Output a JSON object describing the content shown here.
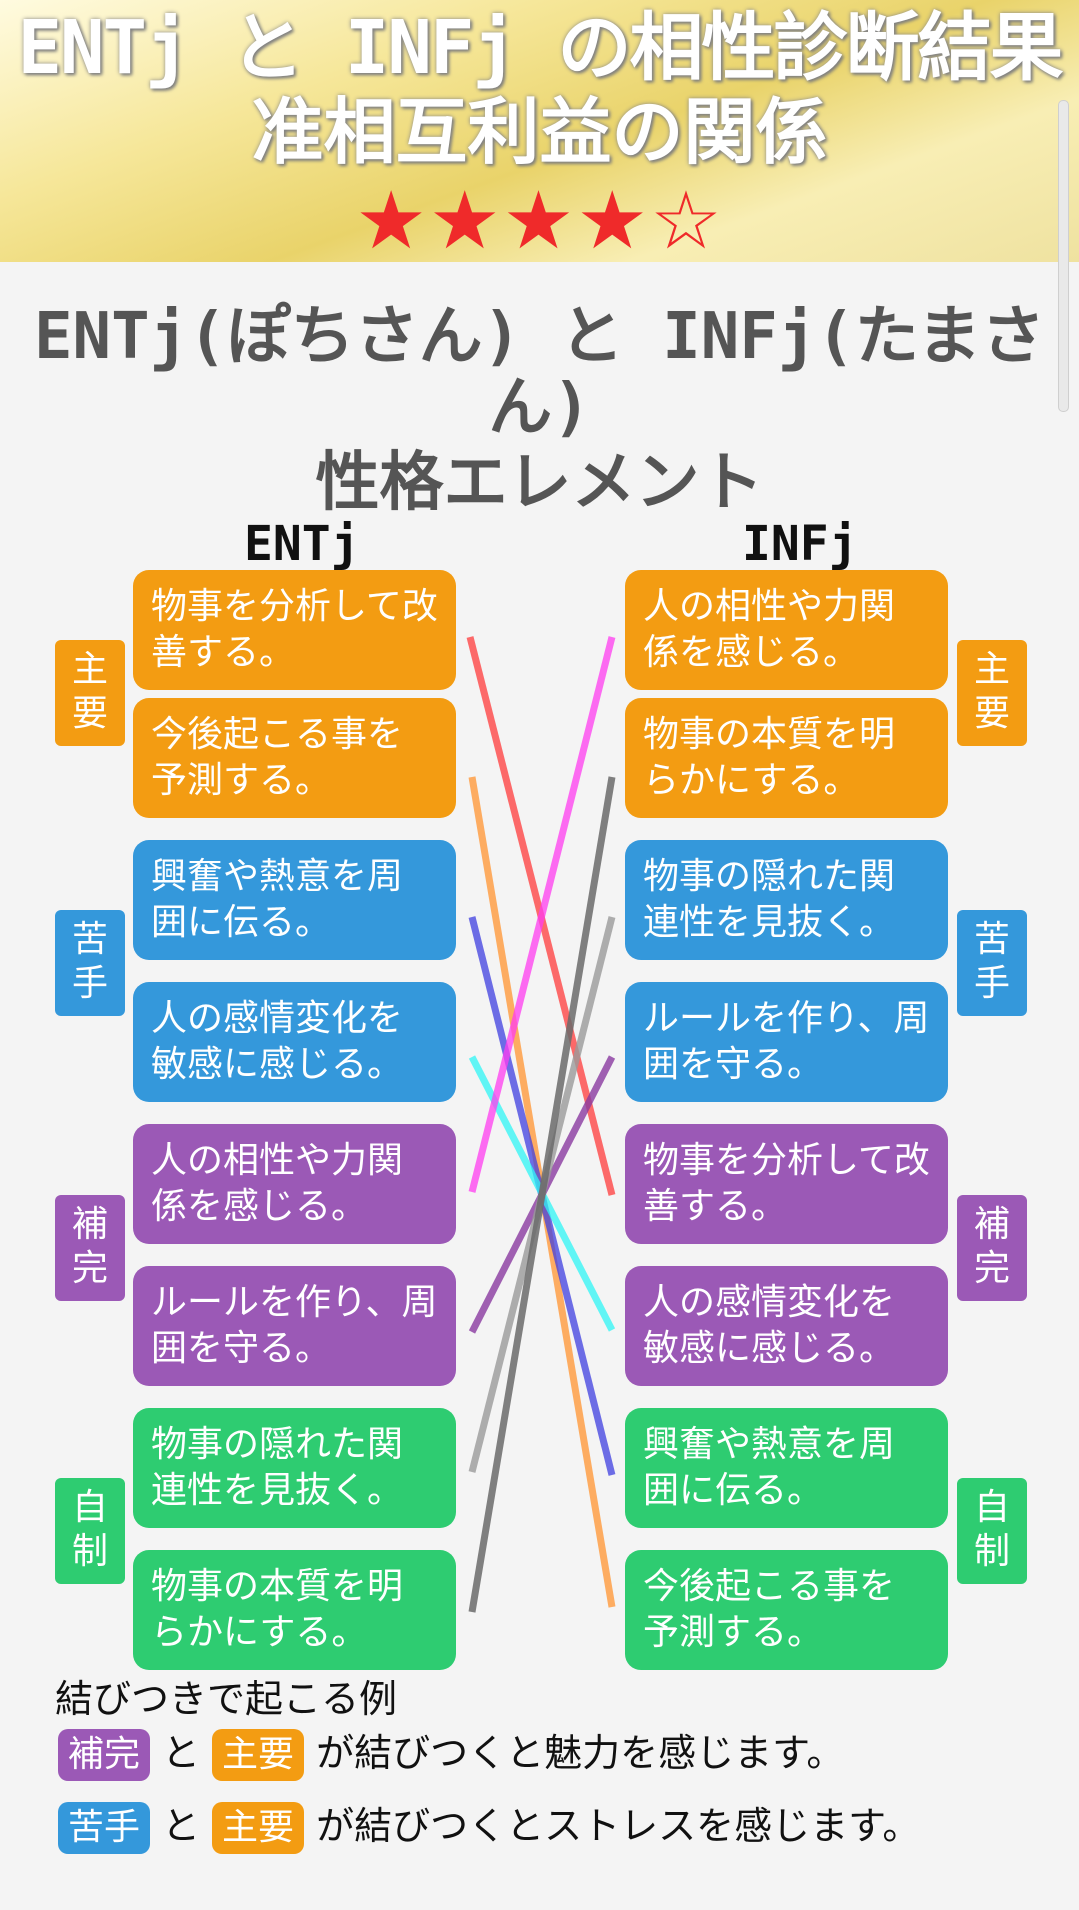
{
  "banner": {
    "title_line1": "ENTj と INFj の相性診断結果",
    "title_line2": "准相互利益の関係",
    "stars": "★★★★☆"
  },
  "heading": {
    "line1": "ENTj(ぽちさん) と INFj(たまさ",
    "line1b": "ん)",
    "line2": "性格エレメント"
  },
  "columns": {
    "left": "ENTj",
    "right": "INFj"
  },
  "colors": {
    "主要": "#f39c12",
    "苦手": "#3498db",
    "補完": "#9b59b6",
    "自制": "#2ecc71"
  },
  "left_boxes": [
    "物事を分析して改善する。",
    "今後起こる事を予測する。",
    "興奮や熱意を周囲に伝る。",
    "人の感情変化を敏感に感じる。",
    "人の相性や力関係を感じる。",
    "ルールを作り、周囲を守る。",
    "物事の隠れた関連性を見抜く。",
    "物事の本質を明らかにする。"
  ],
  "right_boxes": [
    "人の相性や力関係を感じる。",
    "物事の本質を明らかにする。",
    "物事の隠れた関連性を見抜く。",
    "ルールを作り、周囲を守る。",
    "物事を分析して改善する。",
    "人の感情変化を敏感に感じる。",
    "興奮や熱意を周囲に伝る。",
    "今後起こる事を予測する。"
  ],
  "tags": [
    "主要",
    "苦手",
    "補完",
    "自制"
  ],
  "tag_chars": [
    [
      "主",
      "要"
    ],
    [
      "苦",
      "手"
    ],
    [
      "補",
      "完"
    ],
    [
      "自",
      "制"
    ]
  ],
  "examples": {
    "title": "結びつきで起こる例",
    "row1": {
      "a": "補完",
      "conj": "と",
      "b": "主要",
      "text": "が結びつくと魅力を感じます。"
    },
    "row2": {
      "a": "苦手",
      "conj": "と",
      "b": "主要",
      "text": "が結びつくとストレスを感じます。"
    }
  }
}
